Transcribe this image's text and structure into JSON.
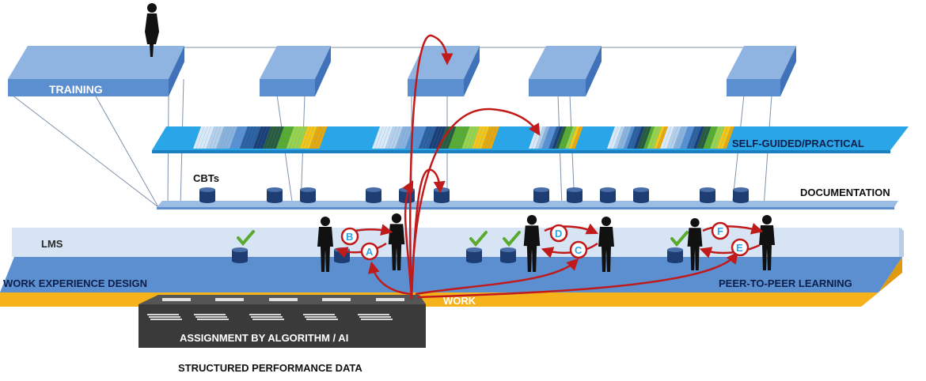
{
  "labels": {
    "training": "TRAINING",
    "self_guided": "SELF-GUIDED/PRACTICAL",
    "cbts": "CBTs",
    "documentation": "DOCUMENTATION",
    "lms": "LMS",
    "work_experience": "WORK EXPERIENCE DESIGN",
    "peer": "PEER-TO-PEER LEARNING",
    "work": "WORK",
    "assignment": "ASSIGNMENT BY ALGORITHM / AI",
    "structured": "STRUCTURED PERFORMANCE DATA"
  },
  "steps": {
    "a": "A",
    "b": "B",
    "c": "C",
    "d": "D",
    "e": "E",
    "f": "F"
  },
  "colors": {
    "platform_blue": "#5b8fd0",
    "training_blue": "#6a9ad6",
    "self_guided_cyan": "#2aa6e8",
    "lms_pale": "#d6e4f3",
    "work_orange": "#f5b21a",
    "server_dark": "#3a3a3a",
    "arrow_red": "#c01a1a",
    "label_navy": "#1b2f66",
    "check_green": "#5aaa2e",
    "cyl_navy": "#1d3d73"
  },
  "icons": {
    "person": "person-silhouette-icon",
    "check": "checkmark-icon",
    "database": "database-cylinder-icon",
    "books": "book-stack-icon",
    "server": "server-icon"
  }
}
